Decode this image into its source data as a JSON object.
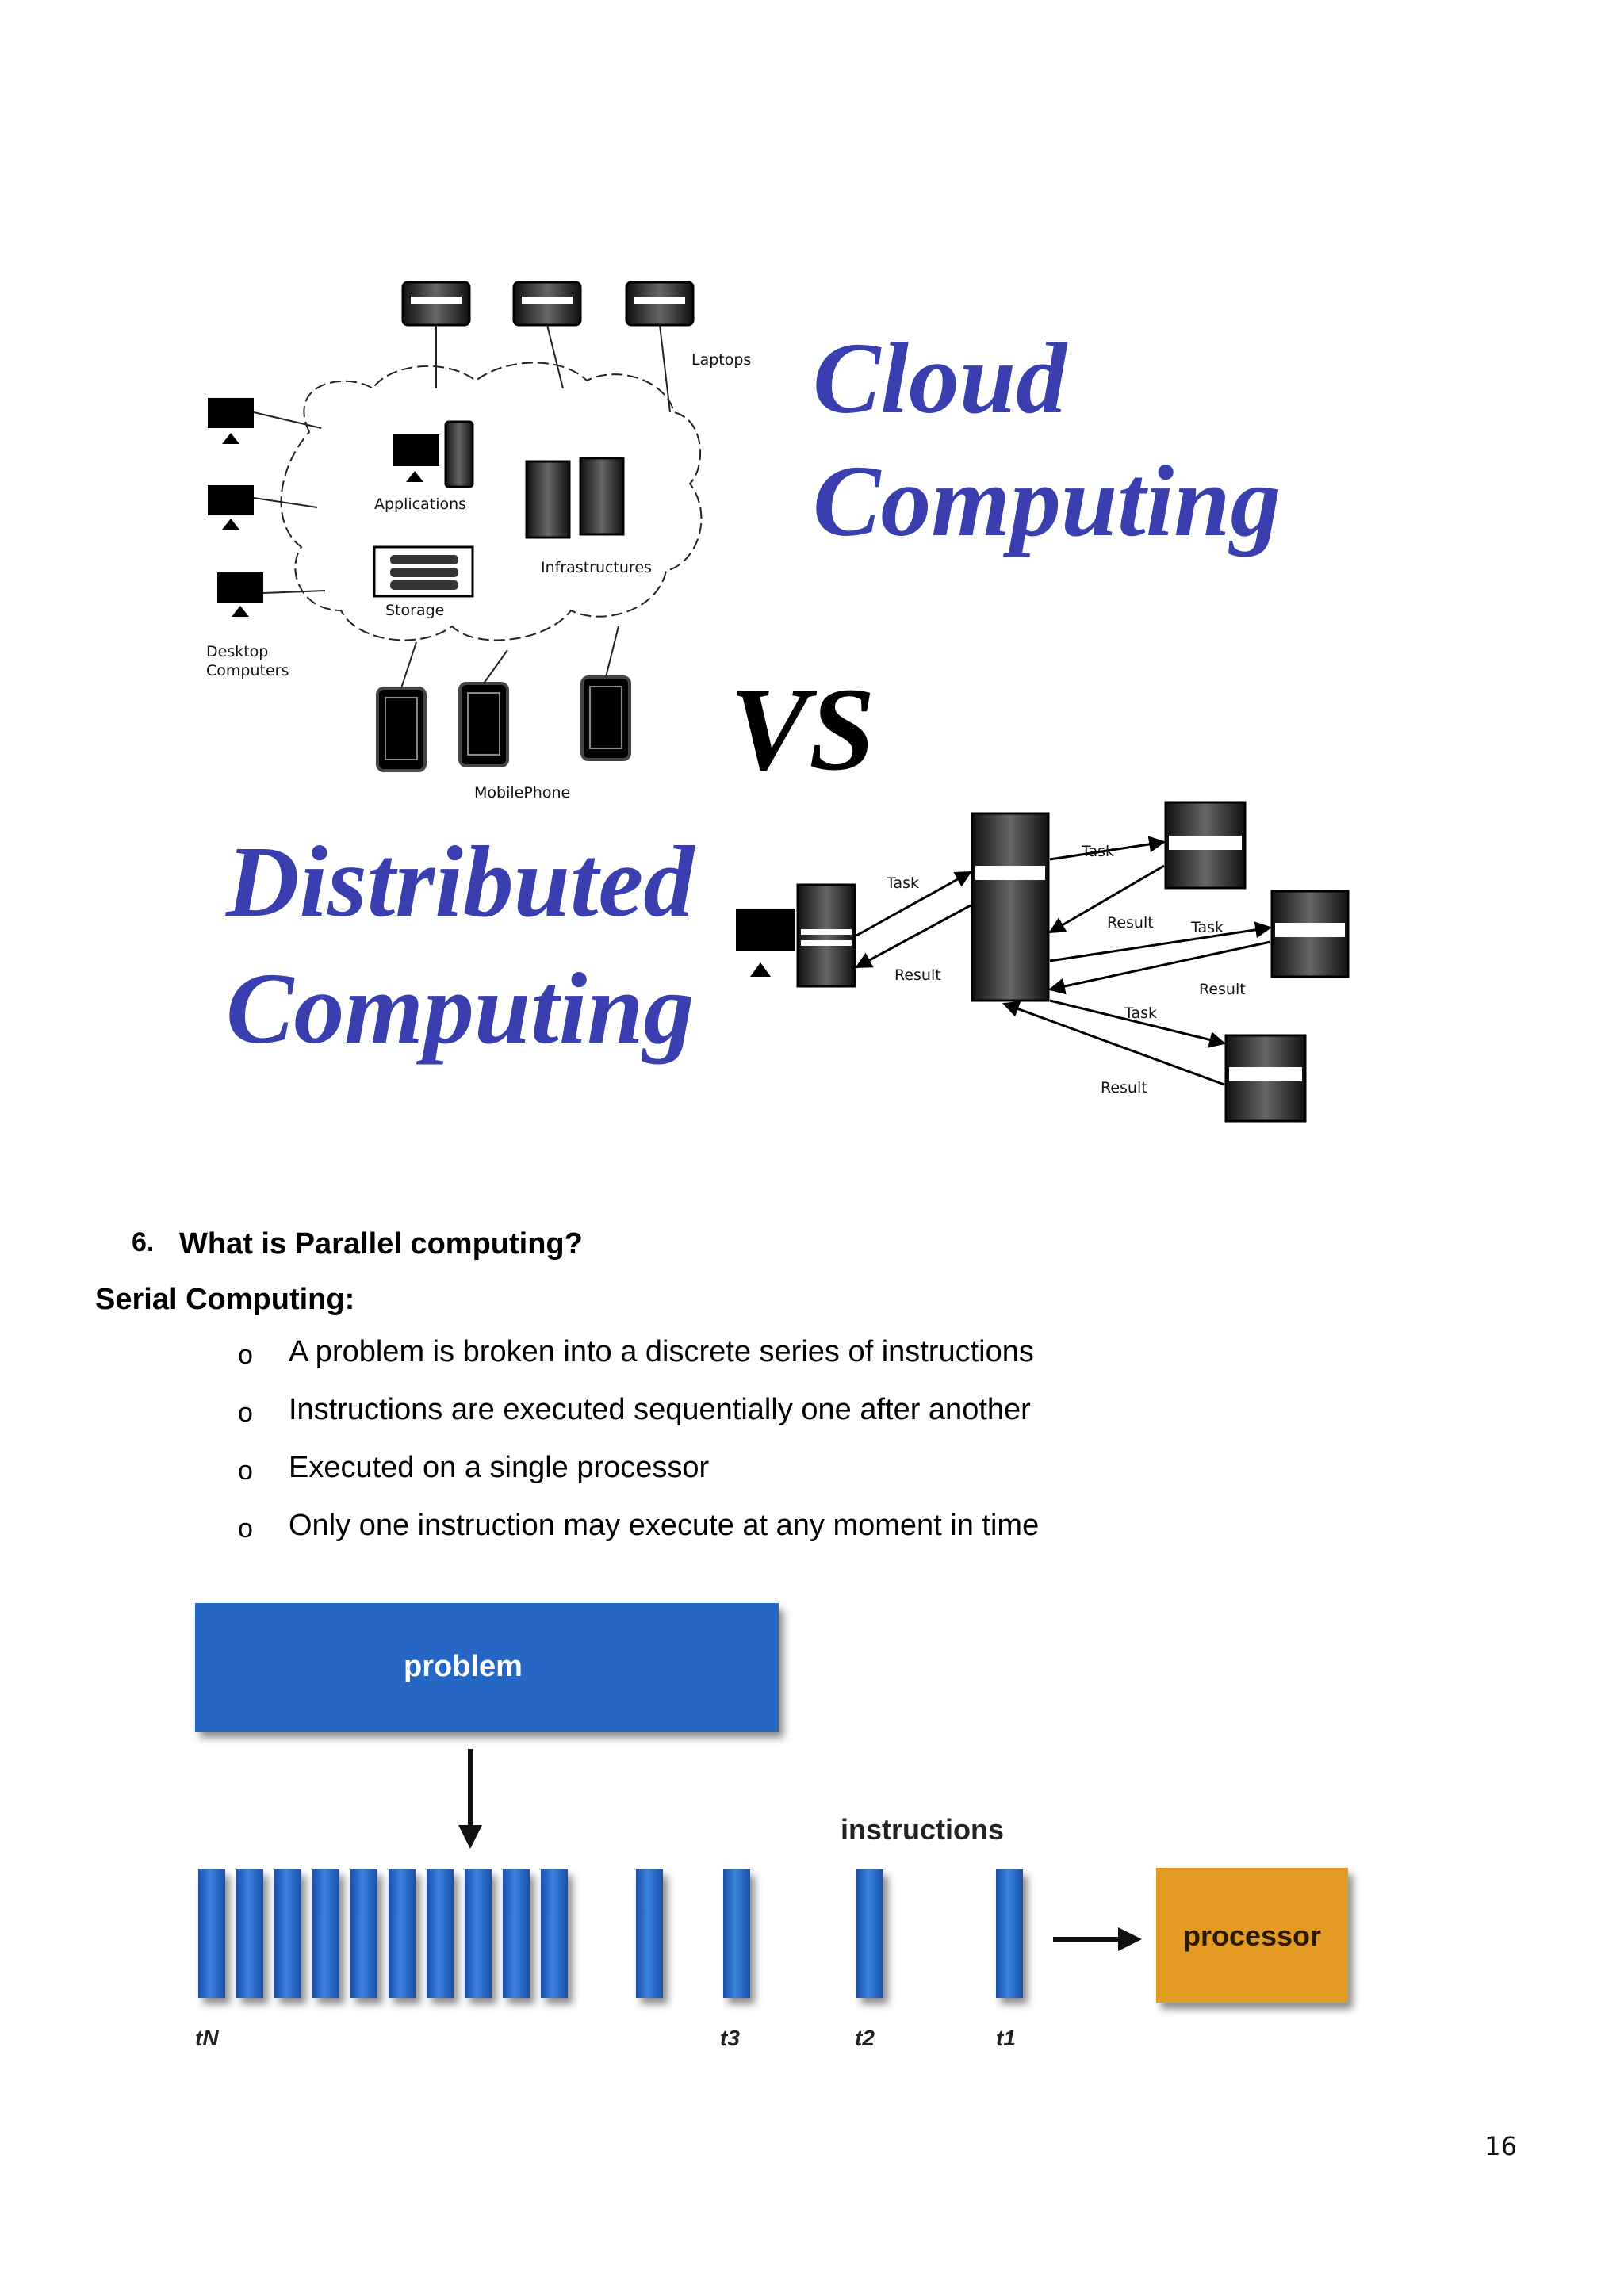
{
  "figure1": {
    "cloud_title_line1": "Cloud",
    "cloud_title_line2": "Computing",
    "vs": "VS",
    "distributed_title_line1": "Distributed",
    "distributed_title_line2": "Computing",
    "labels": {
      "laptops": "Laptops",
      "applications": "Applications",
      "infrastructures": "Infrastructures",
      "storage": "Storage",
      "desktop_line1": "Desktop",
      "desktop_line2": "Computers",
      "mobile": "MobilePhone",
      "task": "Task",
      "result": "Result"
    },
    "colors": {
      "title_blue": "#3a3fb0"
    }
  },
  "question": {
    "number": "6.",
    "text": "What is Parallel computing?"
  },
  "serial": {
    "title": "Serial Computing:",
    "bullet_marker": "o",
    "items": [
      "A problem is broken into a discrete series of instructions",
      "Instructions are executed sequentially one after another",
      "Executed on a single processor",
      "Only one instruction may execute at any moment in time"
    ]
  },
  "figure2": {
    "problem": "problem",
    "instructions": "instructions",
    "processor": "processor",
    "t_labels": [
      "tN",
      "t3",
      "t2",
      "t1"
    ],
    "colors": {
      "problem": "#2566c4",
      "instruction_bar": "#2a6ed0",
      "processor": "#e39b27"
    }
  },
  "page_number": "16"
}
